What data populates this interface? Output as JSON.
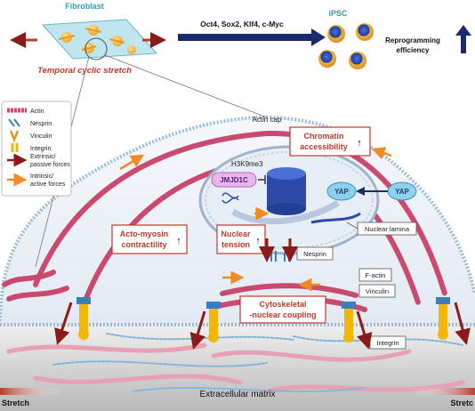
{
  "top": {
    "fibroblast_label": "Fibroblast",
    "factors_label": "Oct4, Sox2, Klf4, c-Myc",
    "ipsc_label": "iPSC",
    "reprogramming_line1": "Reprogramming",
    "reprogramming_line2": "efficiency",
    "stretch_title": "Temporal cyclic stretch"
  },
  "legend": [
    {
      "label": "Actin",
      "icon": "actin-icon"
    },
    {
      "label": "Nesprin",
      "icon": "nesprin-icon"
    },
    {
      "label": "Vinculin",
      "icon": "vinculin-icon"
    },
    {
      "label": "Integrin",
      "icon": "integrin-icon"
    },
    {
      "label": "Extrinsic/",
      "label2": "passive forces",
      "icon": "dark-red-arrow-icon"
    },
    {
      "label": "Intrinsic/",
      "label2": "active forces",
      "icon": "orange-arrow-icon"
    }
  ],
  "cell": {
    "actin_cap": "Actin cap",
    "chromatin_line1": "Chromatin",
    "chromatin_line2": "accessibility",
    "h3k9me3": "H3K9me3",
    "jmjd1c": "JMJD1C",
    "yap_inner": "YAP",
    "yap_outer": "YAP",
    "nuclear_lamina": "Nuclear lamina",
    "acto_line1": "Acto-myosin",
    "acto_line2": "contractility",
    "tension_line1": "Nuclear",
    "tension_line2": "tension",
    "nesprin": "Nesprin",
    "f_actin": "F-actin",
    "vinculin": "Vinculin",
    "cyto_line1": "Cytoskeletal",
    "cyto_line2": "-nuclear coupling",
    "integrin": "Integrin",
    "ecm": "Extracellular matrix",
    "stretch_left": "Stretch",
    "stretch_right": "Stretc"
  },
  "colors": {
    "dark_red": "#8b1a1a",
    "orange": "#f08a24",
    "navy": "#1a2a6c",
    "actin_pink": "#c94a6e",
    "label_red": "#c0392b",
    "membrane_blue": "#7fa7c9"
  }
}
